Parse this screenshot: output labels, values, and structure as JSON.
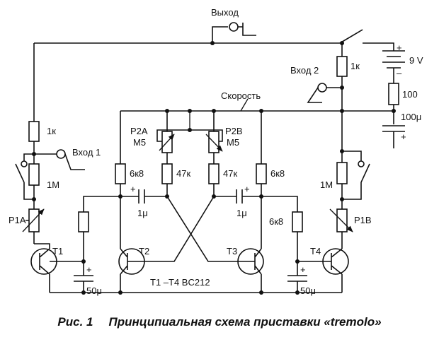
{
  "labels": {
    "output": "Выход",
    "input1": "Вход 1",
    "input2": "Вход 2",
    "speed": "Скорость",
    "battery": "9 V",
    "r_top_right": "1к",
    "r_series": "100",
    "cap_supply": "100μ",
    "r_left_top": "1к",
    "r_1m_left": "1M",
    "r_1m_right": "1M",
    "p1a": "P1A",
    "p1b": "P1B",
    "p2a": "P2A",
    "p2a_val": "M5",
    "p2b": "P2B",
    "p2b_val": "M5",
    "r_6k8_a": "6к8",
    "r_47k_a": "47к",
    "r_47k_b": "47к",
    "r_6k8_b": "6к8",
    "r_6k8_c": "6к8",
    "cap_1u_a": "1μ",
    "cap_1u_b": "1μ",
    "cap_50u_a": "50μ",
    "cap_50u_b": "50μ",
    "t1": "T1",
    "t2": "T2",
    "t3": "T3",
    "t4": "T4",
    "transistors": "T1 –T4 BC212",
    "plus": "+",
    "minus": "–"
  },
  "caption": {
    "number": "Рис. 1",
    "text": "Принципиальная схема приставки «tremolo»"
  }
}
